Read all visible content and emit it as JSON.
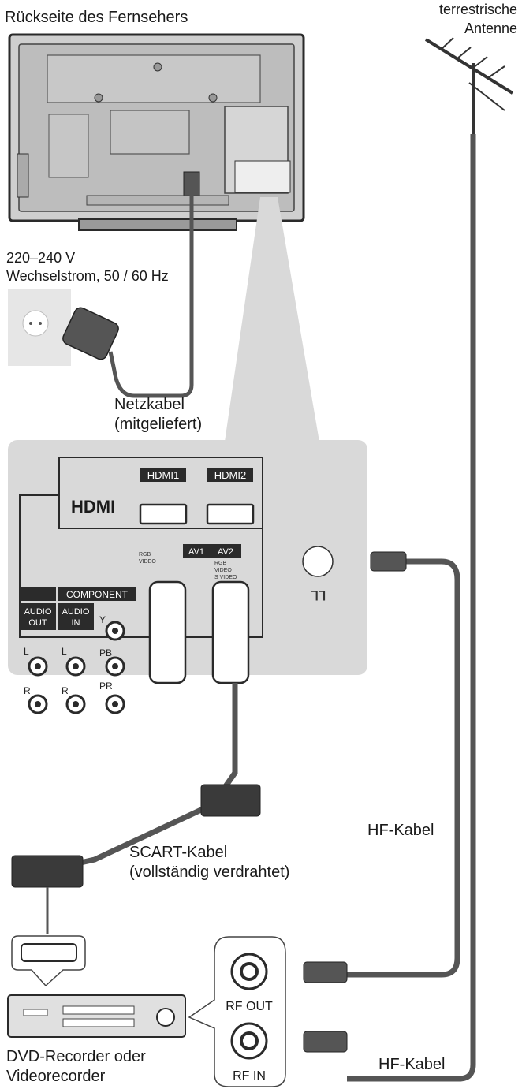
{
  "labels": {
    "tv_back": "Rückseite des Fernsehers",
    "antenna_line1": "terrestrische",
    "antenna_line2": "Antenne",
    "power_line1": "220–240 V",
    "power_line2": "Wechselstrom, 50 / 60 Hz",
    "power_cable_line1": "Netzkabel",
    "power_cable_line2": "(mitgeliefert)",
    "rf_cable_top": "HF-Kabel",
    "rf_cable_bottom": "HF-Kabel",
    "scart_line1": "SCART-Kabel",
    "scart_line2": "(vollständig verdrahtet)",
    "recorder_line1": "DVD-Recorder oder",
    "recorder_line2": "Videorecorder",
    "rf_out": "RF OUT",
    "rf_in": "RF IN"
  },
  "panel": {
    "hdmi1": "HDMI1",
    "hdmi2": "HDMI2",
    "hdmi_logo": "HDMI",
    "component": "COMPONENT",
    "audio_out_line1": "AUDIO",
    "audio_out_line2": "OUT",
    "audio_in_line1": "AUDIO",
    "audio_in_line2": "IN",
    "av1": "AV1",
    "av2": "AV2",
    "av1_rgb": "RGB",
    "av1_video": "VIDEO",
    "av2_rgb": "RGB",
    "av2_video": "VIDEO",
    "av2_svideo": "S VIDEO",
    "jack_l": "L",
    "jack_r": "R",
    "jack_y": "Y",
    "jack_pb": "PB",
    "jack_pr": "PR"
  },
  "colors": {
    "panel_bg": "#d9d9d9",
    "tag_bg": "#2b2b2b",
    "outline": "#2a2a2a",
    "cable": "#555555",
    "tv_body": "#cfcfcf",
    "outlet": "#e6e6e6"
  }
}
